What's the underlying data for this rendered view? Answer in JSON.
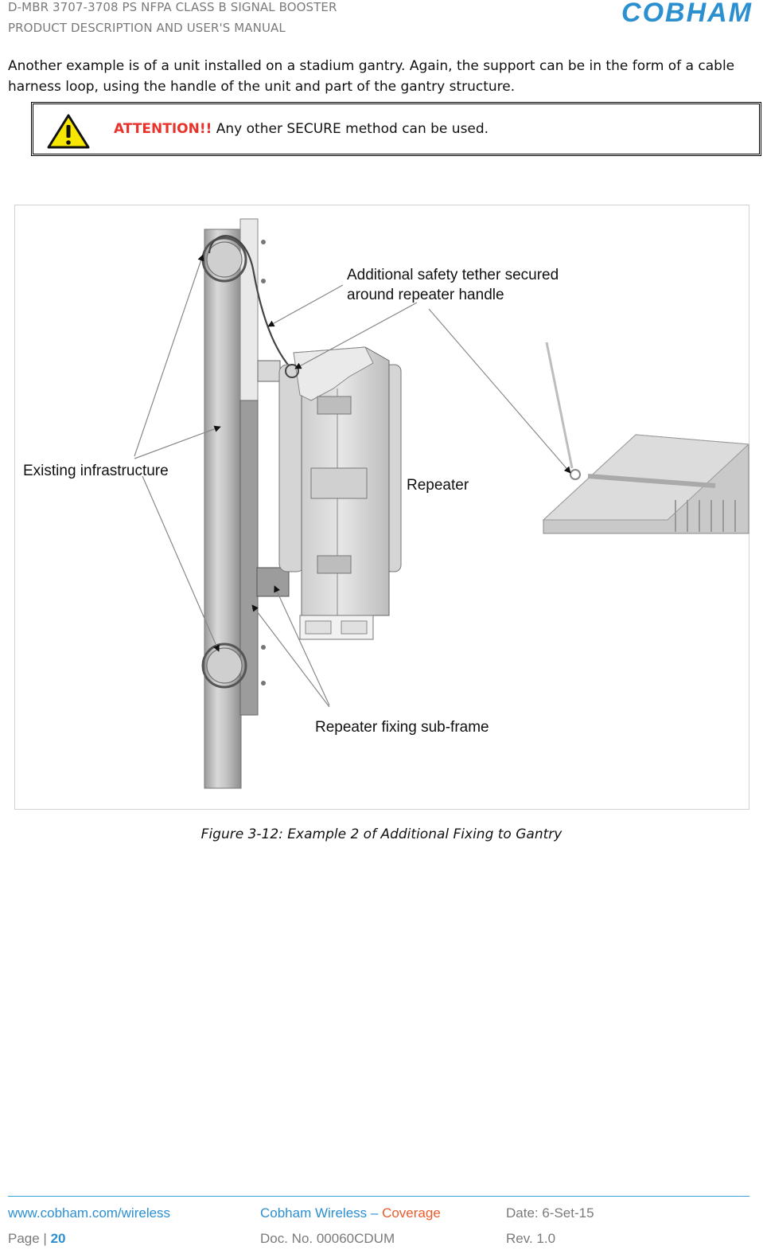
{
  "header": {
    "line1": "D-MBR 3707-3708 PS NFPA CLASS B SIGNAL BOOSTER",
    "line2": "PRODUCT DESCRIPTION AND USER'S MANUAL",
    "logo_text": "COBHAM",
    "logo_color": "#2b8fd0"
  },
  "body": {
    "intro": "Another example is of a unit installed on a stadium gantry. Again, the support can be in the form of a cable harness loop, using the handle of the unit and part of the gantry structure."
  },
  "attention": {
    "icon": "warning-triangle-icon",
    "label": "ATTENTION!!",
    "text": " Any other SECURE method can be used.",
    "label_color": "#e8322b"
  },
  "figure": {
    "labels": {
      "tether_line1": "Additional safety tether secured",
      "tether_line2": "around repeater handle",
      "infrastructure": "Existing infrastructure",
      "repeater": "Repeater",
      "subframe": "Repeater fixing sub-frame"
    },
    "caption": "Figure 3-12: Example 2 of Additional Fixing to Gantry"
  },
  "footer": {
    "url": "www.cobham.com/wireless",
    "brand": "Cobham Wireless",
    "brand_sep": " – ",
    "coverage": "Coverage",
    "date": "Date: 6-Set-15",
    "page_label": "Page | ",
    "page_number": "20",
    "doc": "Doc. No. 00060CDUM",
    "rev": "Rev. 1.0",
    "accent_color": "#2b8fd0",
    "coverage_color": "#ea5b2c"
  }
}
